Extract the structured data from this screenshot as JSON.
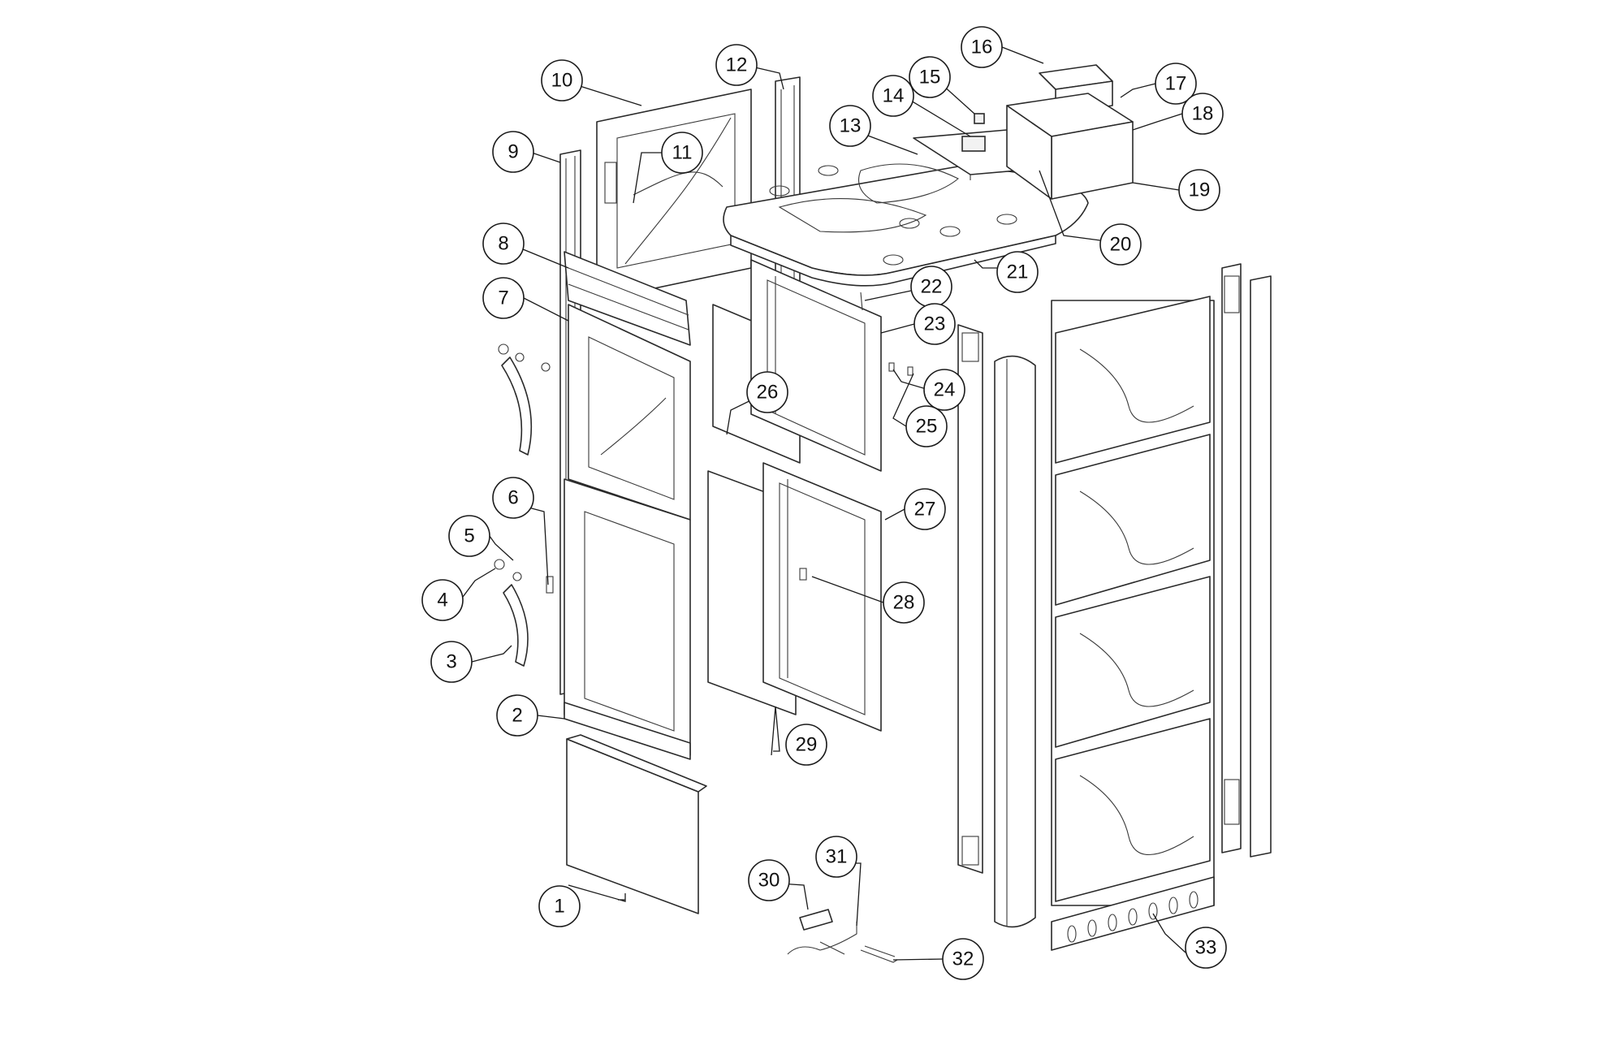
{
  "diagram": {
    "callouts": [
      {
        "label": "1"
      },
      {
        "label": "2"
      },
      {
        "label": "3"
      },
      {
        "label": "4"
      },
      {
        "label": "5"
      },
      {
        "label": "6"
      },
      {
        "label": "7"
      },
      {
        "label": "8"
      },
      {
        "label": "9"
      },
      {
        "label": "10"
      },
      {
        "label": "11"
      },
      {
        "label": "12"
      },
      {
        "label": "13"
      },
      {
        "label": "14"
      },
      {
        "label": "15"
      },
      {
        "label": "16"
      },
      {
        "label": "17"
      },
      {
        "label": "18"
      },
      {
        "label": "19"
      },
      {
        "label": "20"
      },
      {
        "label": "21"
      },
      {
        "label": "22"
      },
      {
        "label": "23"
      },
      {
        "label": "24"
      },
      {
        "label": "25"
      },
      {
        "label": "26"
      },
      {
        "label": "27"
      },
      {
        "label": "28"
      },
      {
        "label": "29"
      },
      {
        "label": "30"
      },
      {
        "label": "31"
      },
      {
        "label": "32"
      },
      {
        "label": "33"
      }
    ]
  }
}
